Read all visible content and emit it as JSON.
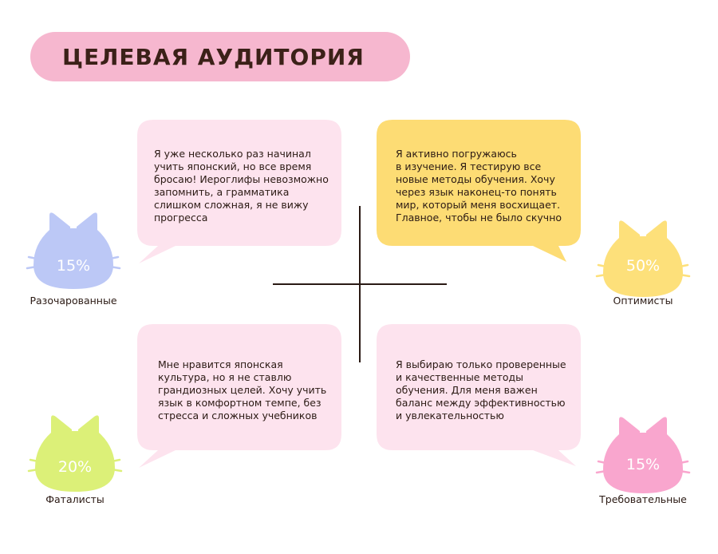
{
  "title": "ЦЕЛЕВАЯ АУДИТОРИЯ",
  "colors": {
    "title_bg": "#f6b7cf",
    "bubble_pink": "#fde3ee",
    "bubble_yellow": "#fddc74",
    "cat_blue": "#bcc8f6",
    "cat_yellow": "#fde07a",
    "cat_green": "#dcf078",
    "cat_pink": "#f9a6ce"
  },
  "segments": [
    {
      "id": "disappointed",
      "percent": "15%",
      "label": "Разочарованные",
      "quote": [
        "Я уже несколько раз начинал",
        "учить японский, но все время",
        "бросаю! Иероглифы невозможно",
        "запомнить, а грамматика",
        "слишком сложная, я не вижу",
        "прогресса"
      ]
    },
    {
      "id": "optimists",
      "percent": "50%",
      "label": "Оптимисты",
      "quote": [
        "Я активно погружаюсь",
        "в изучение. Я тестирую все",
        "новые методы обучения. Хочу",
        "через язык наконец-то понять",
        "мир, который меня восхищает.",
        "Главное, чтобы не было скучно"
      ]
    },
    {
      "id": "fatalists",
      "percent": "20%",
      "label": "Фаталисты",
      "quote": [
        "Мне нравится японская",
        "культура, но я не ставлю",
        "грандиозных целей. Хочу учить",
        "язык в комфортном темпе, без",
        "стресса и сложных учебников"
      ]
    },
    {
      "id": "demanding",
      "percent": "15%",
      "label": "Требовательные",
      "quote": [
        "Я выбираю только проверенные",
        "и качественные методы",
        "обучения. Для меня важен",
        "баланс между эффективностью",
        "и увлекательностью"
      ]
    }
  ]
}
